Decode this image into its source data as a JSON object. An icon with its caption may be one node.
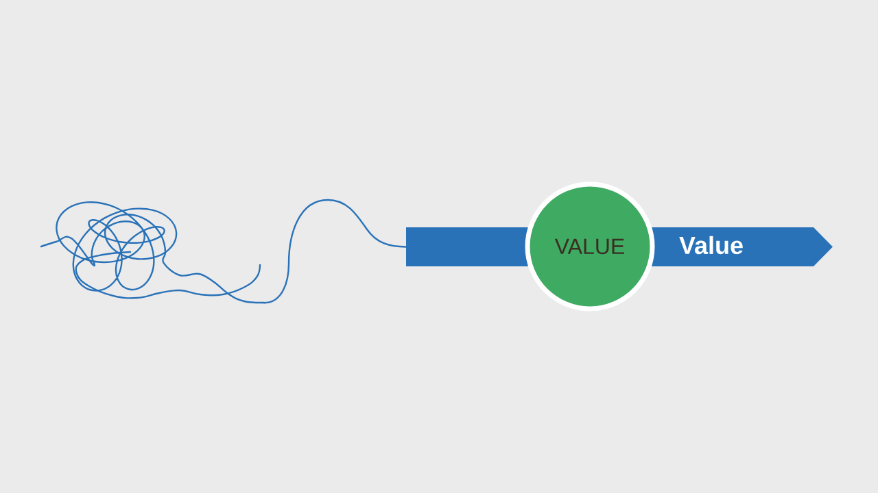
{
  "diagram": {
    "nodes": [
      {
        "text": [],
        "shape": "picture"
      },
      {
        "text": [
          "Value"
        ]
      },
      {
        "text": [
          "VALUE"
        ]
      }
    ],
    "edges": [
      {
        "from": 0,
        "to": 1,
        "arrow": "none"
      }
    ]
  }
}
